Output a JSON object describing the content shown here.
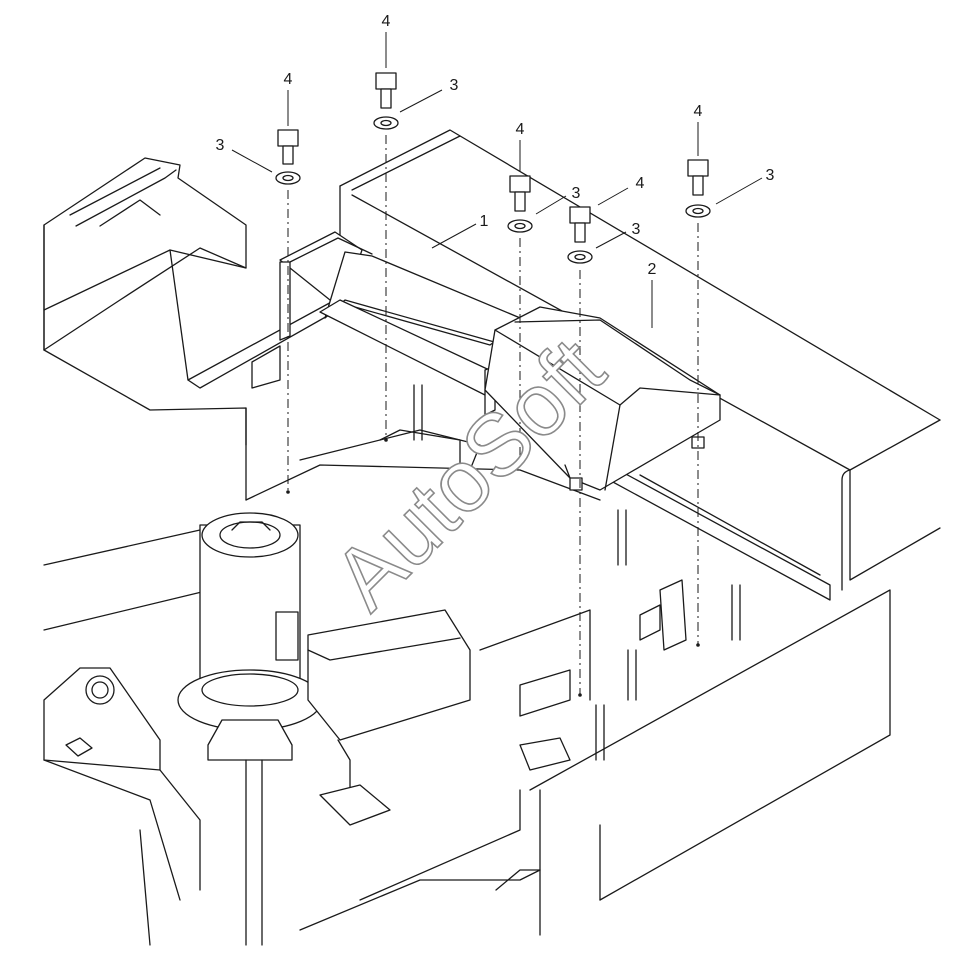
{
  "watermark": "AutoSoft",
  "callouts": {
    "c1": "1",
    "c2": "2",
    "c3a": "3",
    "c3b": "3",
    "c3c": "3",
    "c3d": "3",
    "c3e": "3",
    "c4a": "4",
    "c4b": "4",
    "c4c": "4",
    "c4d": "4",
    "c4e": "4"
  },
  "colors": {
    "line": "#1a1a1a",
    "background": "#ffffff",
    "watermark_outline": "#8a8a8a"
  }
}
